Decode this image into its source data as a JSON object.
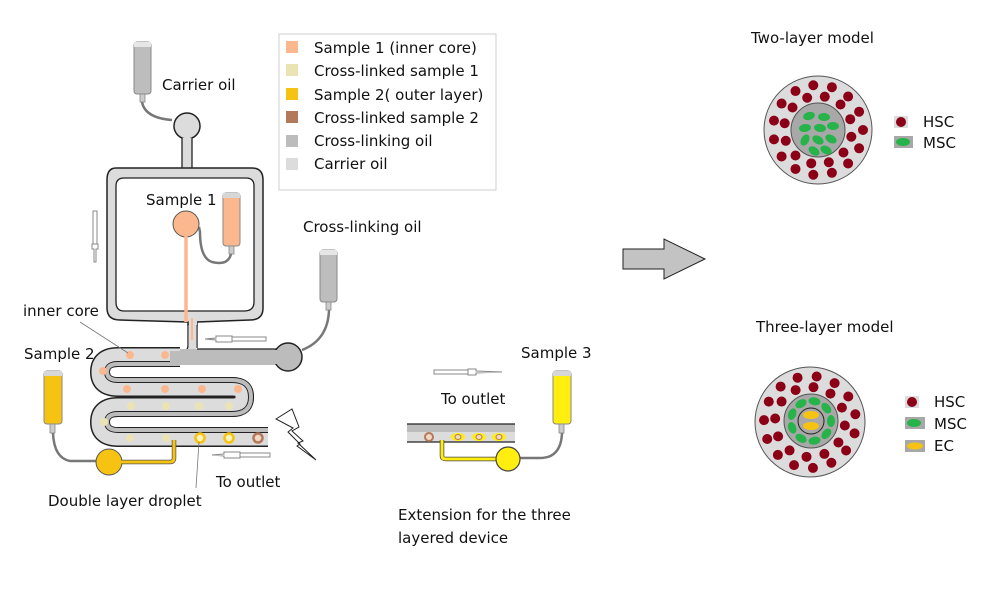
{
  "legend": {
    "items": [
      {
        "label": "Sample 1 (inner core)",
        "color": "#fbb88f"
      },
      {
        "label": "Cross-linked sample 1",
        "color": "#ece3b4"
      },
      {
        "label": "Sample 2( outer layer)",
        "color": "#f7c313"
      },
      {
        "label": "Cross-linked sample 2",
        "color": "#b3795a"
      },
      {
        "label": "Cross-linking oil",
        "color": "#bcbcbc"
      },
      {
        "label": "Carrier oil",
        "color": "#dcdcdc"
      }
    ]
  },
  "device": {
    "carrier_oil_label": "Carrier oil",
    "sample1_label": "Sample 1",
    "cross_linking_oil_label": "Cross-linking oil",
    "inner_core_label": "inner core",
    "sample2_label": "Sample 2",
    "to_outlet_label": "To outlet",
    "double_layer_label": "Double layer droplet"
  },
  "extension": {
    "sample3_label": "Sample 3",
    "to_outlet_label": "To outlet",
    "caption_line1": "Extension for the three",
    "caption_line2": "layered device"
  },
  "models": {
    "two_layer": {
      "title": "Two-layer model",
      "legend": [
        {
          "label": "HSC",
          "color": "#8b0016"
        },
        {
          "label": "MSC",
          "color": "#26b34a"
        }
      ]
    },
    "three_layer": {
      "title": "Three-layer model",
      "legend": [
        {
          "label": "HSC",
          "color": "#8b0016"
        },
        {
          "label": "MSC",
          "color": "#26b34a"
        },
        {
          "label": "EC",
          "color": "#f7c313"
        }
      ]
    }
  },
  "colors": {
    "channel_fill": "#dcdcdc",
    "crosslink_fill": "#bcbcbc",
    "sample1": "#fbb88f",
    "crosslinked1": "#ece3b4",
    "sample2": "#f7c313",
    "crosslinked2": "#b3795a",
    "sample3": "#ffee10",
    "hsc": "#8b0016",
    "msc": "#26b34a"
  }
}
